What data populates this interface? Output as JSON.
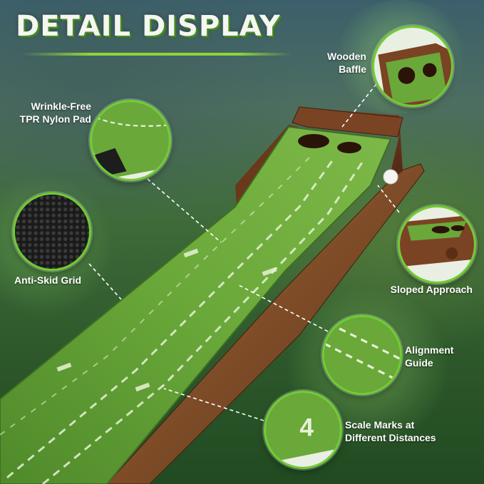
{
  "header": {
    "title": "DETAIL DISPLAY"
  },
  "features": [
    {
      "id": "wooden-baffle",
      "line1": "Wooden",
      "line2": "Baffle"
    },
    {
      "id": "tpr-nylon-pad",
      "line1": "Wrinkle-Free",
      "line2": "TPR Nylon Pad"
    },
    {
      "id": "anti-skid-grid",
      "line1": "Anti-Skid Grid",
      "line2": ""
    },
    {
      "id": "sloped-approach",
      "line1": "Sloped Approach",
      "line2": ""
    },
    {
      "id": "alignment-guide",
      "line1": "Alignment",
      "line2": "Guide"
    },
    {
      "id": "scale-marks",
      "line1": "Scale Marks at",
      "line2": "Different Distances"
    }
  ],
  "mat_marking": "4",
  "colors": {
    "accent_green": "#6fcf2f",
    "turf_green": "#5f9a34",
    "wood_brown": "#7a4323",
    "title_text": "#f4f6ef"
  }
}
